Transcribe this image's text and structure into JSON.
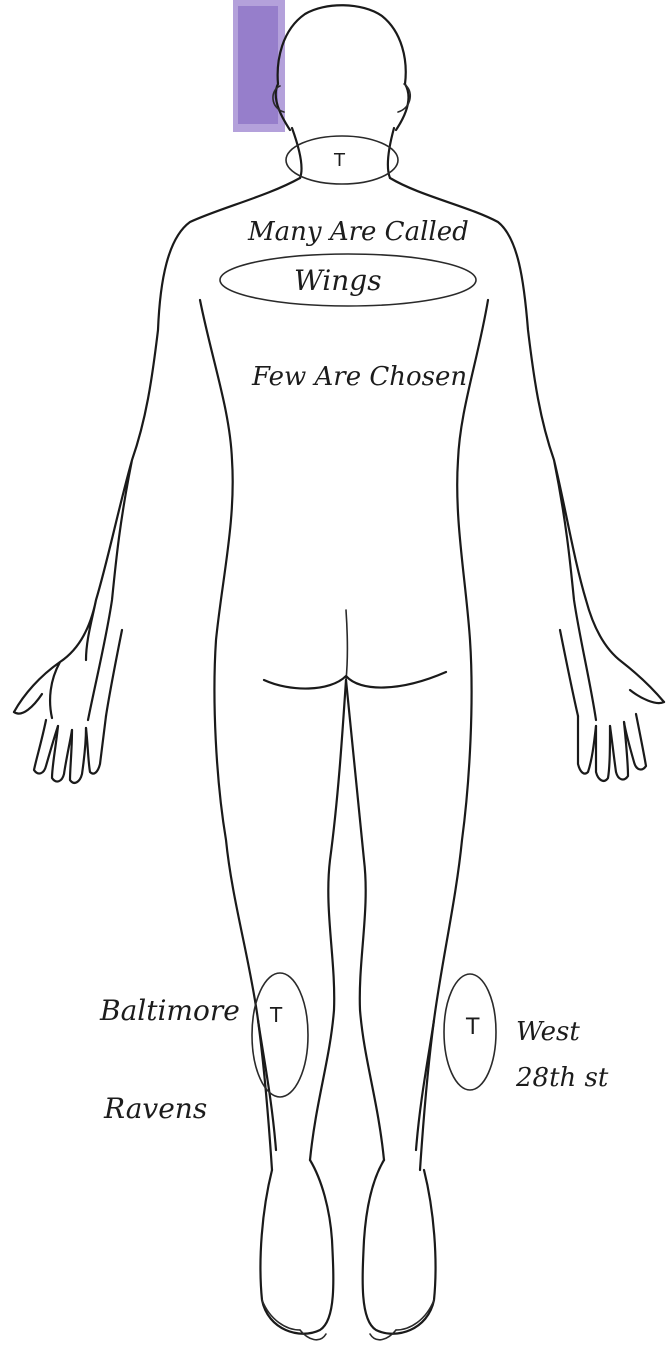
{
  "annotations": {
    "neck_mark": "T",
    "upper_back_top": "Many Are Called",
    "upper_back_center": "Wings",
    "upper_back_bottom": "Few Are Chosen",
    "left_calf_label_1": "Baltimore",
    "left_calf_label_2": "Ravens",
    "left_calf_mark": "T",
    "right_calf_mark": "T",
    "right_calf_label_1": "West",
    "right_calf_label_2": "28th st"
  },
  "colors": {
    "ink": "#1c1c1c",
    "purple_marker": "#8a6bc4"
  }
}
